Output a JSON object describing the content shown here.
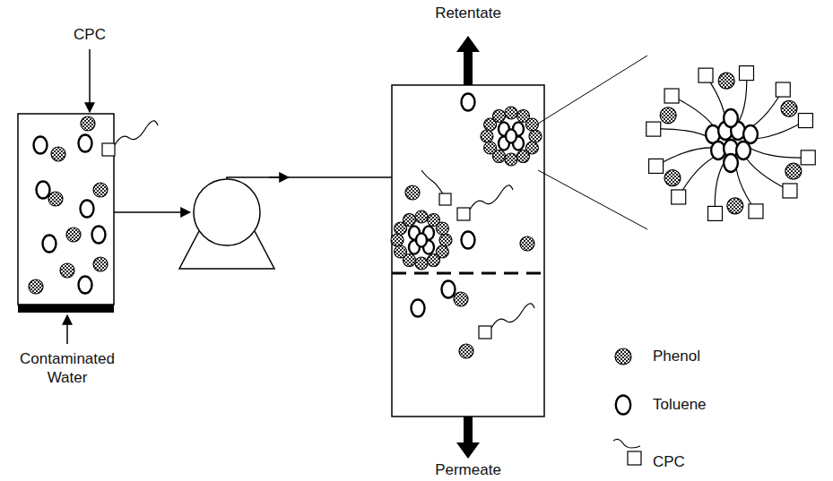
{
  "diagram": {
    "labels": [
      "Retentate",
      "CPC",
      "Contaminated Water",
      "Permeate"
    ],
    "legend": [
      {
        "text": "Phenol"
      },
      {
        "text": "Toluene"
      },
      {
        "text": "CPC"
      }
    ]
  }
}
